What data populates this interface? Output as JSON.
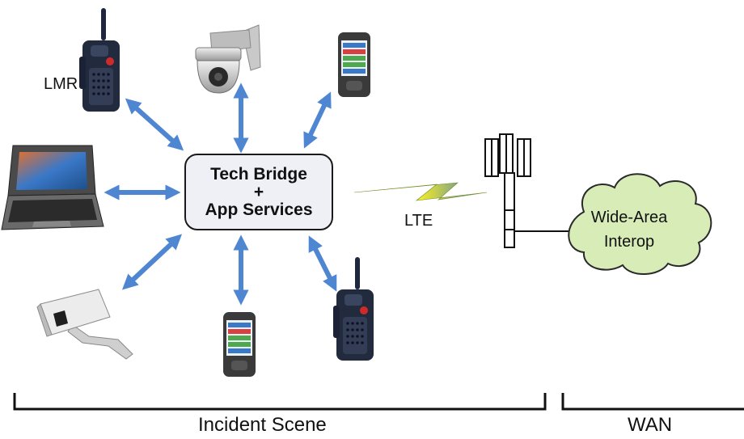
{
  "hub": {
    "line1": "Tech Bridge",
    "line2": "+",
    "line3": "App Services"
  },
  "labels": {
    "lmr": "LMR",
    "lte": "LTE"
  },
  "cloud": {
    "line1": "Wide-Area",
    "line2": "Interop"
  },
  "brackets": {
    "incident": "Incident Scene",
    "wan": "WAN"
  },
  "icons": [
    "handheld-radio-icon",
    "ptz-dome-camera-icon",
    "smartphone-icon",
    "rugged-laptop-icon",
    "bullet-camera-icon",
    "cell-tower-icon",
    "cloud-icon",
    "lightning-bolt-icon"
  ],
  "colors": {
    "arrow": "#4f86d2",
    "hub_fill": "#eef0f6",
    "cloud_fill": "#d7ecb7",
    "bolt_yellow": "#f2ea28",
    "bolt_blue": "#2d6fd0"
  }
}
